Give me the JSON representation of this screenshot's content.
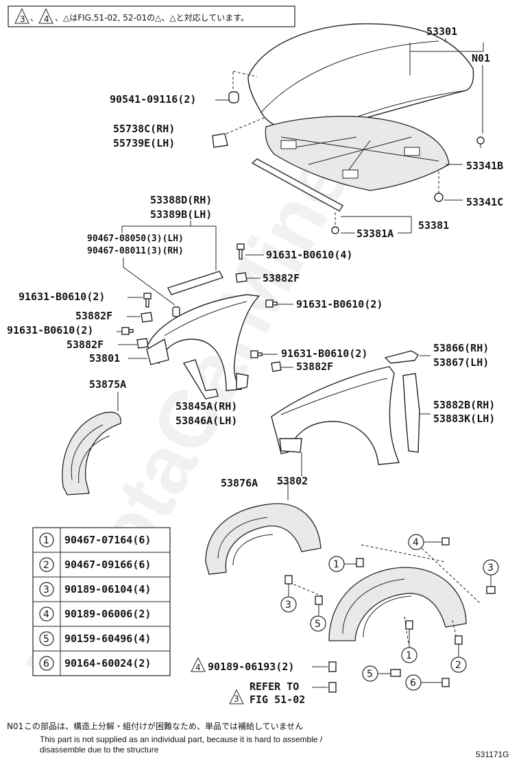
{
  "header_note": {
    "tri1": "3",
    "tri2": "4",
    "text": "、△はFIG.51-02, 52-01の△、△と対応しています。"
  },
  "parts": {
    "p53301": "53301",
    "pN01": "N01",
    "p90541": "90541-09116(2)",
    "p55738": "55738C(RH)",
    "p55739": "55739E(LH)",
    "p53341B": "53341B",
    "p53341C": "53341C",
    "p53381": "53381",
    "p53381A": "53381A",
    "p53388": "53388D(RH)",
    "p53389": "53389B(LH)",
    "p90467a": "90467-08050(3)(LH)",
    "p90467b": "90467-08011(3)(RH)",
    "p91631a": "91631-B0610(4)",
    "p53882a": "53882F",
    "p91631b": "91631-B0610(2)",
    "p91631c": "91631-B0610(2)",
    "p53882b": "53882F",
    "p91631d": "91631-B0610(2)",
    "p53882c": "53882F",
    "p53801": "53801",
    "p91631e": "91631-B0610(2)",
    "p53882d": "53882F",
    "p53866": "53866(RH)",
    "p53867": "53867(LH)",
    "p53875A": "53875A",
    "p53845": "53845A(RH)",
    "p53846": "53846A(LH)",
    "p53882B": "53882B(RH)",
    "p53883K": "53883K(LH)",
    "p53876A": "53876A",
    "p53802": "53802",
    "p90189": "90189-06193(2)",
    "refer1": "REFER TO",
    "refer2": "FIG 51-02",
    "refer_tri": "3",
    "p90189_tri": "4"
  },
  "table": [
    {
      "num": "1",
      "part": "90467-07164(6)"
    },
    {
      "num": "2",
      "part": "90467-09166(6)"
    },
    {
      "num": "3",
      "part": "90189-06104(4)"
    },
    {
      "num": "4",
      "part": "90189-06006(2)"
    },
    {
      "num": "5",
      "part": "90159-60496(4)"
    },
    {
      "num": "6",
      "part": "90164-60024(2)"
    }
  ],
  "callouts": {
    "c1a": "1",
    "c1b": "1",
    "c2": "2",
    "c3a": "3",
    "c3b": "3",
    "c4": "4",
    "c5a": "5",
    "c5b": "5",
    "c6": "6"
  },
  "footer": {
    "label": "N01",
    "jp": "この部品は、構造上分解・組付けが困難なため、単品では補給していません",
    "en1": "This part is not supplied as an individual part, because it is hard to assemble /",
    "en2": "disassemble due to the structure",
    "code": "531171G"
  },
  "watermark": "ToyotaCarMine.ru"
}
